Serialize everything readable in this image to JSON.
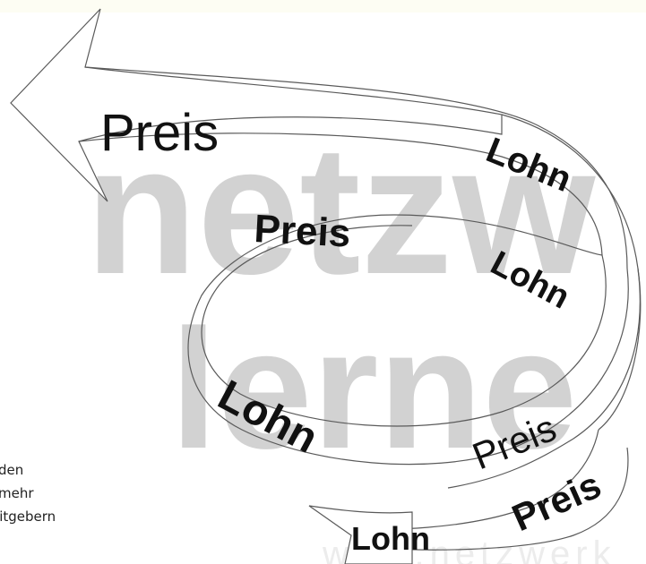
{
  "watermark": {
    "line1": "netzw",
    "line2": "lerne",
    "url": "www.netzwerk"
  },
  "spiral": {
    "top_preis": "Preis",
    "top_lohn": "Lohn",
    "mid_preis": "Preis",
    "mid_lohn": "Lohn",
    "low_lohn": "Lohn",
    "low_preis": "Preis",
    "bottom_lohn": "Lohn",
    "bottom_preis": "Preis"
  },
  "side_text": [
    "den",
    "mehr",
    "eitgebern"
  ],
  "colors": {
    "stroke": "#5a5a5a",
    "watermark": "#d2d2d2",
    "text": "#111111"
  }
}
